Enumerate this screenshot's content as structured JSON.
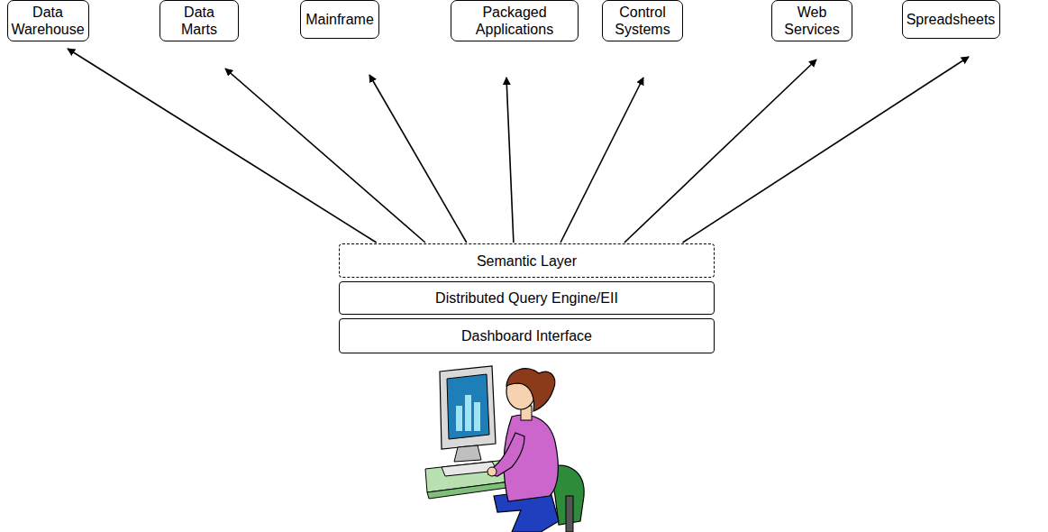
{
  "diagram": {
    "nodes": [
      {
        "text": [
          "Data Warehouse"
        ]
      },
      {
        "text": [
          "Data Marts"
        ]
      },
      {
        "text": [
          "Mainframe"
        ]
      },
      {
        "text": [
          "Packaged Applications"
        ]
      },
      {
        "text": [
          "Control Systems"
        ]
      },
      {
        "text": [
          "Web Services"
        ]
      },
      {
        "text": [
          "Spreadsheets"
        ]
      },
      {
        "text": [
          "Semantic Layer"
        ]
      },
      {
        "text": [
          "Distributed Query Engine/EII"
        ]
      },
      {
        "text": [
          "Dashboard Interface"
        ]
      }
    ],
    "edges": [
      {
        "from": 7,
        "to": 0,
        "arrow": "to"
      },
      {
        "from": 7,
        "to": 1,
        "arrow": "to"
      },
      {
        "from": 7,
        "to": 2,
        "arrow": "to"
      },
      {
        "from": 7,
        "to": 3,
        "arrow": "to"
      },
      {
        "from": 7,
        "to": 4,
        "arrow": "to"
      },
      {
        "from": 7,
        "to": 5,
        "arrow": "to"
      },
      {
        "from": 7,
        "to": 6,
        "arrow": "to"
      }
    ]
  }
}
